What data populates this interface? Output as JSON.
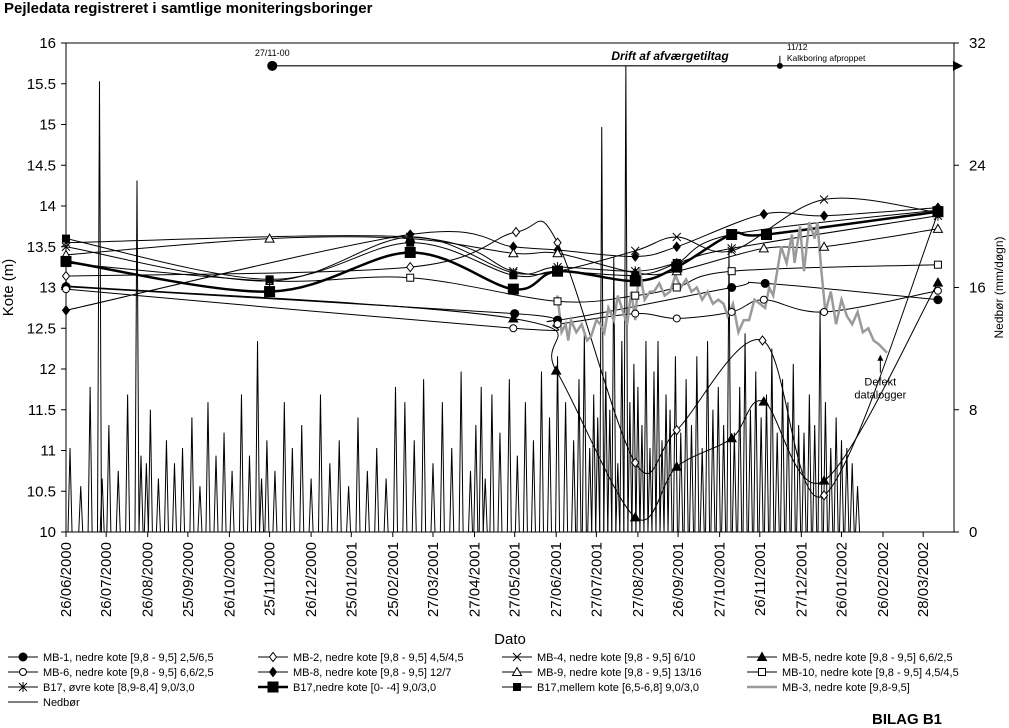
{
  "chart_data": {
    "type": "line",
    "title": "Pejledata registreret i samtlige moniteringsboringer",
    "xlabel": "Dato",
    "ylabel": "Kote (m)",
    "y2label": "Nedbør (mm/døgn)",
    "ylim": [
      10,
      16
    ],
    "y2lim": [
      0,
      32
    ],
    "xlim": [
      "2000-06-26",
      "2002-04-20"
    ],
    "yticks": [
      "10",
      "10.5",
      "11",
      "11.5",
      "12",
      "12.5",
      "13",
      "13.5",
      "14",
      "14.5",
      "15",
      "15.5",
      "16"
    ],
    "y2ticks": [
      "0",
      "8",
      "16",
      "24",
      "32"
    ],
    "xticks": [
      {
        "date": "2000-06-26",
        "label": "26/06/2000"
      },
      {
        "date": "2000-07-26",
        "label": "26/07/2000"
      },
      {
        "date": "2000-08-26",
        "label": "26/08/2000"
      },
      {
        "date": "2000-09-25",
        "label": "25/09/2000"
      },
      {
        "date": "2000-10-26",
        "label": "26/10/2000"
      },
      {
        "date": "2000-11-25",
        "label": "25/11/2000"
      },
      {
        "date": "2000-12-26",
        "label": "26/12/2000"
      },
      {
        "date": "2001-01-25",
        "label": "25/01/2001"
      },
      {
        "date": "2001-02-25",
        "label": "25/02/2001"
      },
      {
        "date": "2001-03-27",
        "label": "27/03/2001"
      },
      {
        "date": "2001-04-27",
        "label": "27/04/2001"
      },
      {
        "date": "2001-05-27",
        "label": "27/05/2001"
      },
      {
        "date": "2001-06-27",
        "label": "27/06/2001"
      },
      {
        "date": "2001-07-27",
        "label": "27/07/2001"
      },
      {
        "date": "2001-08-27",
        "label": "27/08/2001"
      },
      {
        "date": "2001-09-26",
        "label": "26/09/2001"
      },
      {
        "date": "2001-10-27",
        "label": "27/10/2001"
      },
      {
        "date": "2001-11-26",
        "label": "26/11/2001"
      },
      {
        "date": "2001-12-27",
        "label": "27/12/2001"
      },
      {
        "date": "2002-01-26",
        "label": "26/01/2002"
      },
      {
        "date": "2002-02-26",
        "label": "26/02/2002"
      },
      {
        "date": "2002-03-28",
        "label": "28/03/2002"
      }
    ],
    "grid": false,
    "legend_position": "bottom",
    "annotations": {
      "operation": {
        "start_label": "27/11-00",
        "start_date": "2000-11-27",
        "end_date": "2002-04-20",
        "y": 15.72,
        "text": "Drift af afværgetiltag"
      },
      "event": {
        "label_line1": "11/12",
        "label_line2": "Kalkboring afproppet",
        "date": "2001-12-11",
        "y": 15.72
      },
      "logger": {
        "line1": "Defekt",
        "line2": "datalogger",
        "date": "2002-02-24",
        "y": 12.2
      }
    },
    "series": [
      {
        "name": "MB-1, nedre kote [9,8 - 9,5] 2,5/6,5",
        "marker": "circle-filled",
        "x": [
          "2000-06-26",
          "2001-05-27",
          "2001-06-28",
          "2001-11-05",
          "2001-11-30",
          "2002-04-08"
        ],
        "y": [
          13.01,
          12.68,
          12.6,
          13.0,
          13.05,
          12.85
        ]
      },
      {
        "name": "MB-2, nedre kote [9,8 - 9,5] 4,5/4,5",
        "marker": "diamond-open",
        "x": [
          "2000-06-26",
          "2001-03-10",
          "2001-05-28",
          "2001-06-28",
          "2001-08-25",
          "2001-09-25",
          "2001-11-28",
          "2002-01-13",
          "2002-04-08"
        ],
        "y": [
          13.14,
          13.25,
          13.68,
          13.55,
          10.85,
          11.25,
          12.35,
          10.45,
          13.91
        ]
      },
      {
        "name": "MB-4, nedre kote [9,8 - 9,5] 6/10",
        "marker": "x",
        "x": [
          "2000-06-26",
          "2001-03-10",
          "2001-05-26",
          "2001-06-28",
          "2001-08-25",
          "2001-09-25",
          "2001-11-05",
          "2002-01-13",
          "2002-04-08"
        ],
        "y": [
          13.55,
          13.62,
          13.2,
          13.2,
          13.45,
          13.62,
          13.45,
          14.08,
          13.92
        ]
      },
      {
        "name": "MB-5, nedre kote [9,8 - 9,5] 6,6/2,5",
        "marker": "triangle-filled",
        "x": [
          "2000-06-26",
          "2001-05-26",
          "2001-06-27",
          "2001-08-25",
          "2001-09-25",
          "2001-11-05",
          "2001-11-29",
          "2002-01-13",
          "2002-04-08"
        ],
        "y": [
          13.02,
          12.62,
          11.98,
          10.18,
          10.8,
          11.15,
          11.6,
          10.63,
          13.06
        ]
      },
      {
        "name": "MB-6, nedre kote [9,8 - 9,5] 6,6/2,5",
        "marker": "circle-open",
        "x": [
          "2000-06-26",
          "2001-05-26",
          "2001-06-28",
          "2001-08-25",
          "2001-09-25",
          "2001-11-05",
          "2001-11-29",
          "2002-01-13",
          "2002-04-08"
        ],
        "y": [
          12.98,
          12.5,
          12.55,
          12.68,
          12.62,
          12.7,
          12.85,
          12.7,
          12.96
        ]
      },
      {
        "name": "MB-8, nedre kote [9,8 - 9,5] 12/7",
        "marker": "diamond-filled",
        "x": [
          "2000-06-26",
          "2001-03-10",
          "2001-05-26",
          "2001-06-28",
          "2001-08-25",
          "2001-09-25",
          "2001-11-29",
          "2002-01-13",
          "2002-04-08"
        ],
        "y": [
          12.72,
          13.65,
          13.5,
          13.46,
          13.38,
          13.5,
          13.9,
          13.88,
          13.98
        ]
      },
      {
        "name": "MB-9, nedre kote [9,8 - 9,5] 13/16",
        "marker": "triangle-open",
        "x": [
          "2000-06-26",
          "2000-11-25",
          "2001-03-10",
          "2001-05-26",
          "2001-06-28",
          "2001-08-25",
          "2001-09-25",
          "2001-11-29",
          "2002-01-13",
          "2002-04-08"
        ],
        "y": [
          13.4,
          13.6,
          13.6,
          13.42,
          13.42,
          13.18,
          13.2,
          13.48,
          13.5,
          13.72
        ]
      },
      {
        "name": "MB-10, nedre kote [9,8 - 9,5] 4,5/4,5",
        "marker": "square-open",
        "x": [
          "2000-06-26",
          "2000-11-25",
          "2001-03-10",
          "2001-06-28",
          "2001-08-25",
          "2001-09-25",
          "2001-11-05",
          "2002-04-08"
        ],
        "y": [
          13.3,
          13.08,
          13.12,
          12.83,
          12.9,
          13.0,
          13.2,
          13.28
        ]
      },
      {
        "name": "B17, øvre kote [8,9-8,4] 9,0/3,0",
        "marker": "star",
        "x": [
          "2000-06-26",
          "2000-11-25",
          "2001-03-10",
          "2001-05-26",
          "2001-06-28",
          "2001-08-25",
          "2001-09-25",
          "2001-11-05",
          "2002-04-08"
        ],
        "y": [
          13.5,
          13.08,
          13.62,
          13.18,
          13.25,
          13.2,
          13.3,
          13.48,
          13.88
        ]
      },
      {
        "name": "B17,nedre kote [0- -4] 9,0/3,0",
        "marker": "square-filled-large",
        "x": [
          "2000-06-26",
          "2000-11-25",
          "2001-03-10",
          "2001-05-26",
          "2001-06-28",
          "2001-08-25",
          "2001-09-25",
          "2001-11-05",
          "2001-12-01",
          "2002-04-08"
        ],
        "y": [
          13.32,
          12.95,
          13.43,
          12.98,
          13.2,
          13.08,
          13.25,
          13.65,
          13.65,
          13.93
        ]
      },
      {
        "name": "B17,mellem kote [6,5-6,8] 9,0/3,0",
        "marker": "square-filled",
        "x": [
          "2000-06-26",
          "2000-11-25",
          "2001-03-10",
          "2001-05-26",
          "2001-06-28",
          "2001-08-25",
          "2001-09-25",
          "2001-11-05",
          "2002-04-08"
        ],
        "y": [
          13.6,
          13.1,
          13.55,
          13.15,
          13.2,
          13.15,
          13.3,
          13.65,
          13.95
        ]
      },
      {
        "name": "MB-3, nedre kote [9,8-9,5]",
        "marker": "none",
        "x": [
          "2001-06-27",
          "2001-06-28",
          "2001-07-01",
          "2001-07-04",
          "2001-07-06",
          "2001-07-08",
          "2001-07-12",
          "2001-07-16",
          "2001-07-20",
          "2001-07-23",
          "2001-07-27",
          "2001-07-30",
          "2001-08-02",
          "2001-08-05",
          "2001-08-09",
          "2001-08-12",
          "2001-08-16",
          "2001-08-19",
          "2001-08-22",
          "2001-08-25",
          "2001-08-28",
          "2001-09-01",
          "2001-09-05",
          "2001-09-08",
          "2001-09-12",
          "2001-09-16",
          "2001-09-20",
          "2001-09-24",
          "2001-09-28",
          "2001-10-02",
          "2001-10-06",
          "2001-10-10",
          "2001-10-14",
          "2001-10-18",
          "2001-10-22",
          "2001-10-26",
          "2001-10-30",
          "2001-11-02",
          "2001-11-06",
          "2001-11-10",
          "2001-11-14",
          "2001-11-18",
          "2001-11-22",
          "2001-11-26",
          "2001-11-30",
          "2001-12-03",
          "2001-12-06",
          "2001-12-09",
          "2001-12-12",
          "2001-12-16",
          "2001-12-20",
          "2001-12-22",
          "2001-12-26",
          "2001-12-29",
          "2002-01-02",
          "2002-01-06",
          "2002-01-08",
          "2002-01-11",
          "2002-01-14",
          "2002-01-18",
          "2002-01-22",
          "2002-01-26",
          "2002-01-30",
          "2002-02-03",
          "2002-02-07",
          "2002-02-11",
          "2002-02-15",
          "2002-02-19",
          "2002-02-23",
          "2002-02-26",
          "2002-03-01"
        ],
        "y": [
          12.8,
          12.9,
          12.45,
          12.55,
          12.35,
          12.6,
          12.45,
          12.55,
          12.35,
          12.4,
          12.6,
          12.55,
          12.45,
          12.75,
          12.6,
          12.9,
          12.7,
          12.55,
          12.95,
          12.6,
          13.25,
          12.85,
          12.95,
          12.95,
          13.05,
          12.9,
          12.95,
          13.15,
          13.0,
          13.1,
          12.95,
          13.0,
          12.85,
          12.95,
          12.8,
          12.85,
          12.8,
          12.65,
          12.8,
          12.45,
          12.6,
          12.6,
          12.85,
          12.8,
          12.75,
          13.0,
          12.9,
          13.2,
          13.5,
          13.3,
          13.65,
          13.3,
          13.75,
          13.2,
          13.8,
          13.6,
          13.8,
          13.2,
          12.7,
          12.95,
          12.55,
          12.85,
          12.65,
          12.55,
          12.7,
          12.45,
          12.5,
          12.35,
          12.3,
          12.25,
          12.2
        ]
      },
      {
        "name": "Nedbør",
        "axis": "y2",
        "x": [
          "2000-06-29",
          "2000-07-07",
          "2000-07-14",
          "2000-07-21",
          "2000-07-23",
          "2000-07-28",
          "2000-08-04",
          "2000-08-11",
          "2000-08-18",
          "2000-08-21",
          "2000-08-25",
          "2000-08-28",
          "2000-09-03",
          "2000-09-09",
          "2000-09-15",
          "2000-09-21",
          "2000-09-28",
          "2000-10-04",
          "2000-10-10",
          "2000-10-16",
          "2000-10-22",
          "2000-10-28",
          "2000-11-04",
          "2000-11-10",
          "2000-11-16",
          "2000-11-19",
          "2000-11-23",
          "2000-11-29",
          "2000-12-06",
          "2000-12-12",
          "2000-12-19",
          "2000-12-26",
          "2001-01-02",
          "2001-01-09",
          "2001-01-16",
          "2001-01-23",
          "2001-01-30",
          "2001-02-06",
          "2001-02-13",
          "2001-02-20",
          "2001-02-27",
          "2001-03-06",
          "2001-03-13",
          "2001-03-20",
          "2001-03-27",
          "2001-04-03",
          "2001-04-10",
          "2001-04-17",
          "2001-04-24",
          "2001-04-28",
          "2001-05-02",
          "2001-05-05",
          "2001-05-10",
          "2001-05-16",
          "2001-05-23",
          "2001-05-29",
          "2001-06-04",
          "2001-06-10",
          "2001-06-16",
          "2001-06-22",
          "2001-06-28",
          "2001-07-04",
          "2001-07-10",
          "2001-07-14",
          "2001-07-18",
          "2001-07-22",
          "2001-07-25",
          "2001-07-28",
          "2001-07-31",
          "2001-08-03",
          "2001-08-06",
          "2001-08-09",
          "2001-08-12",
          "2001-08-15",
          "2001-08-18",
          "2001-08-21",
          "2001-08-24",
          "2001-08-27",
          "2001-08-30",
          "2001-09-02",
          "2001-09-05",
          "2001-09-08",
          "2001-09-11",
          "2001-09-14",
          "2001-09-17",
          "2001-09-20",
          "2001-09-24",
          "2001-09-28",
          "2001-10-02",
          "2001-10-06",
          "2001-10-10",
          "2001-10-14",
          "2001-10-18",
          "2001-10-22",
          "2001-10-26",
          "2001-10-30",
          "2001-11-03",
          "2001-11-07",
          "2001-11-11",
          "2001-11-15",
          "2001-11-19",
          "2001-11-23",
          "2001-11-27",
          "2001-12-01",
          "2001-12-05",
          "2001-12-09",
          "2001-12-13",
          "2001-12-17",
          "2001-12-21",
          "2001-12-25",
          "2001-12-29",
          "2002-01-02",
          "2002-01-06",
          "2002-01-10",
          "2002-01-14",
          "2002-01-18",
          "2002-01-22",
          "2002-01-26",
          "2002-01-30",
          "2002-02-03",
          "2002-02-07"
        ],
        "y": [
          5.5,
          3.0,
          9.5,
          29.5,
          3.5,
          7.0,
          4.0,
          9.0,
          23.0,
          5.0,
          4.5,
          8.0,
          3.5,
          6.0,
          4.5,
          5.5,
          7.5,
          3.0,
          8.5,
          5.0,
          6.5,
          4.0,
          9.0,
          5.0,
          12.5,
          3.5,
          6.0,
          4.0,
          8.5,
          5.5,
          7.0,
          3.5,
          9.0,
          4.5,
          6.0,
          3.0,
          7.5,
          4.0,
          5.5,
          3.5,
          9.5,
          8.5,
          6.0,
          10.0,
          4.5,
          8.5,
          5.5,
          10.5,
          4.0,
          7.0,
          9.5,
          3.5,
          9.0,
          6.5,
          10.0,
          5.0,
          8.5,
          6.0,
          10.5,
          7.5,
          11.5,
          8.5,
          6.0,
          10.0,
          13.0,
          5.5,
          9.0,
          7.5,
          26.5,
          10.5,
          8.0,
          18.0,
          4.5,
          12.5,
          30.5,
          8.5,
          11.0,
          9.5,
          7.0,
          12.5,
          5.5,
          10.5,
          12.5,
          6.0,
          9.0,
          8.0,
          11.5,
          6.5,
          10.0,
          7.0,
          11.5,
          5.5,
          12.5,
          8.0,
          9.5,
          7.0,
          18.5,
          6.5,
          9.5,
          13.0,
          8.0,
          10.5,
          7.5,
          9.0,
          12.0,
          6.5,
          10.0,
          8.5,
          11.0,
          7.0,
          6.5,
          9.0,
          7.0,
          14.5,
          8.5,
          5.5,
          7.5,
          6.0,
          5.5,
          4.5,
          3.0
        ]
      }
    ]
  }
}
